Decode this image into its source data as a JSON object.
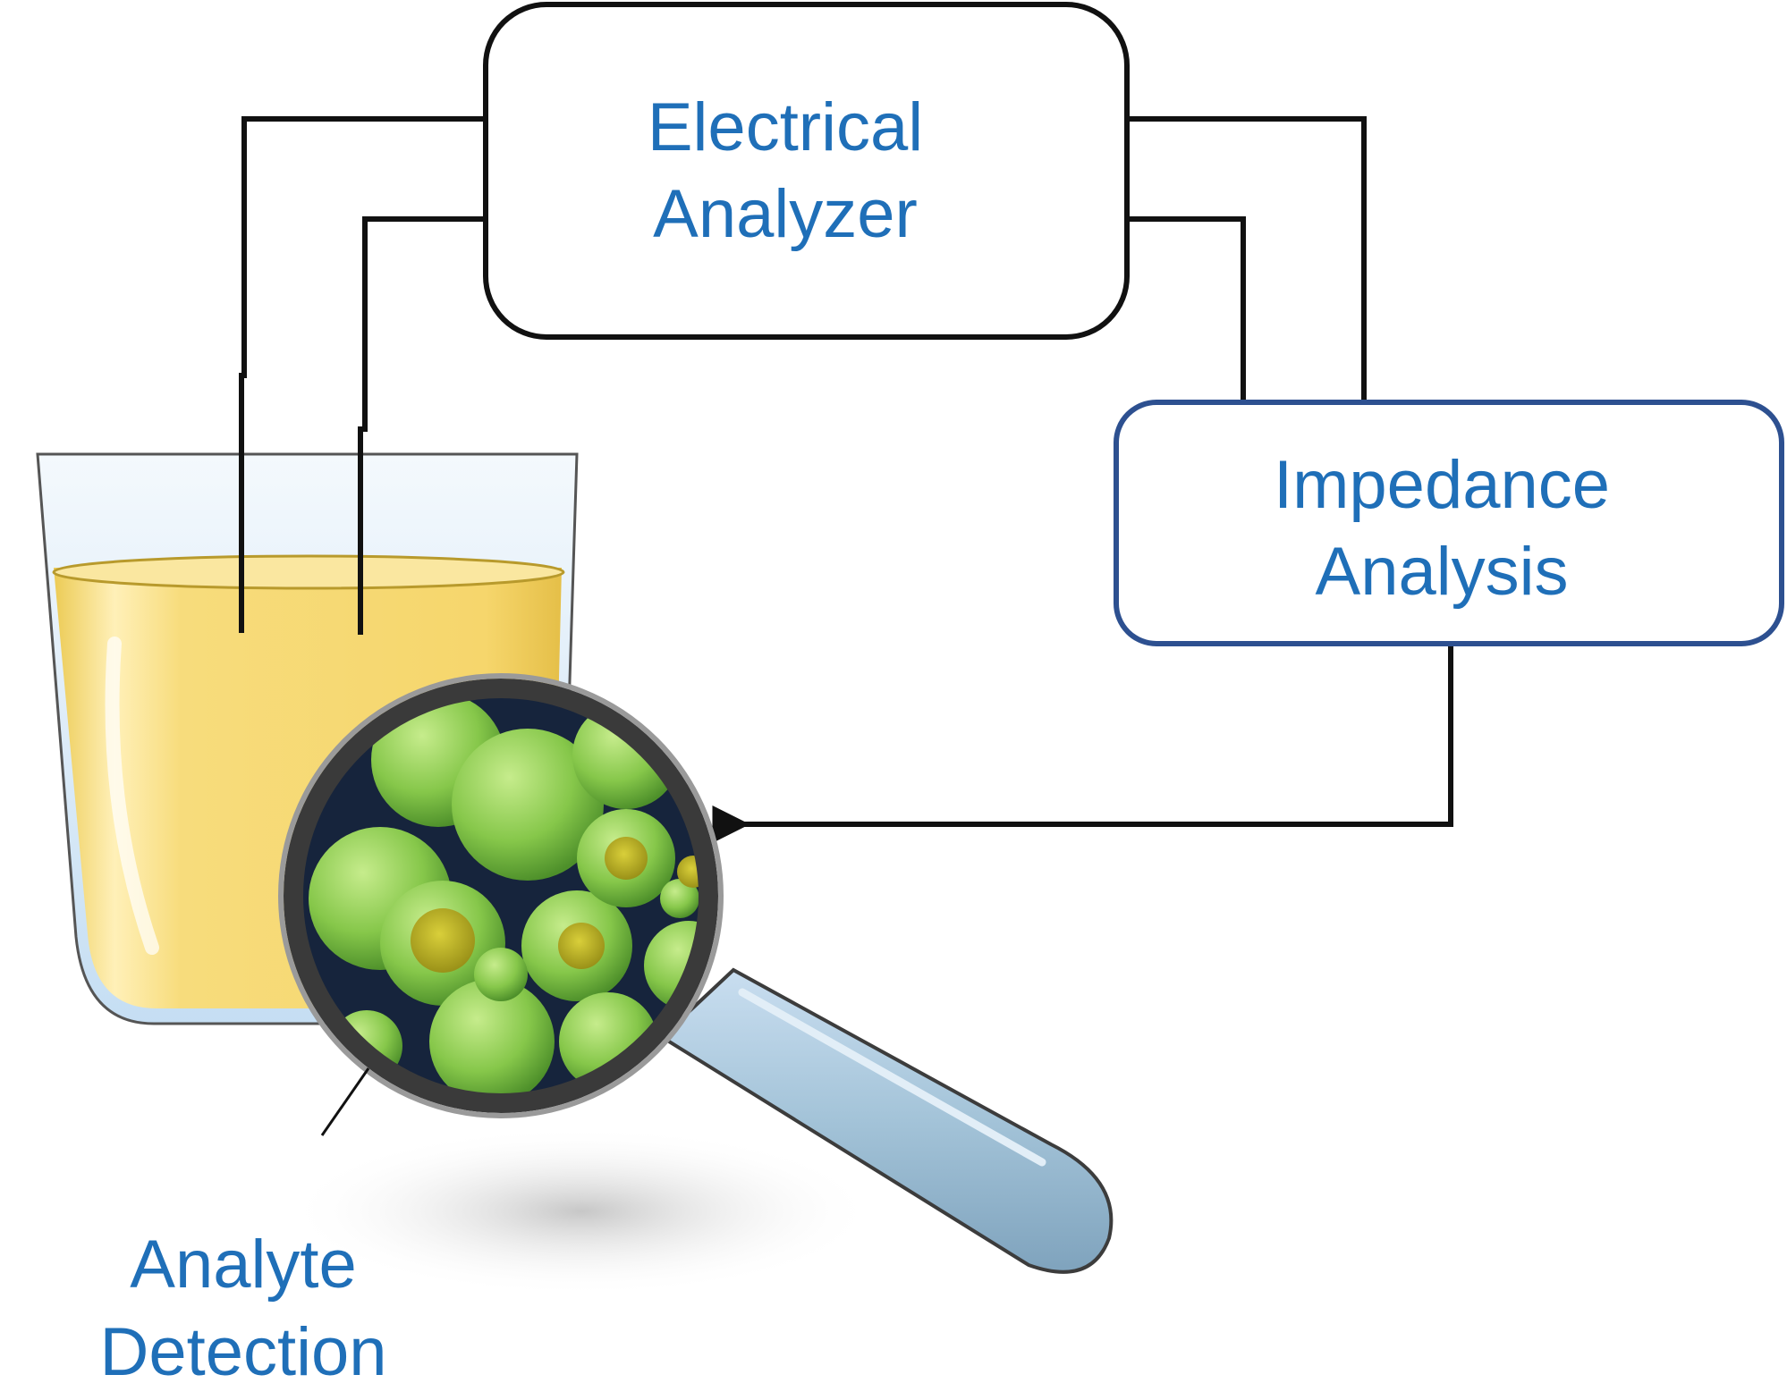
{
  "boxes": {
    "electrical_analyzer": {
      "line1": "Electrical",
      "line2": "Analyzer"
    },
    "impedance_analysis": {
      "line1": "Impedance",
      "line2": "Analysis"
    }
  },
  "analyte_label": {
    "line1": "Analyte",
    "line2": "Detection"
  },
  "colors": {
    "label_text": "#1f6fb8",
    "box1_border": "#111111",
    "box2_border": "#2d5090",
    "wire": "#111111",
    "liquid": "#f7dc7c",
    "glass_top": "#d6e8f7",
    "lens_ring": "#3a3a3a",
    "cell_green": "#8ccc4a",
    "cell_nucleus": "#c2b825",
    "handle": "#a8c8dc"
  }
}
